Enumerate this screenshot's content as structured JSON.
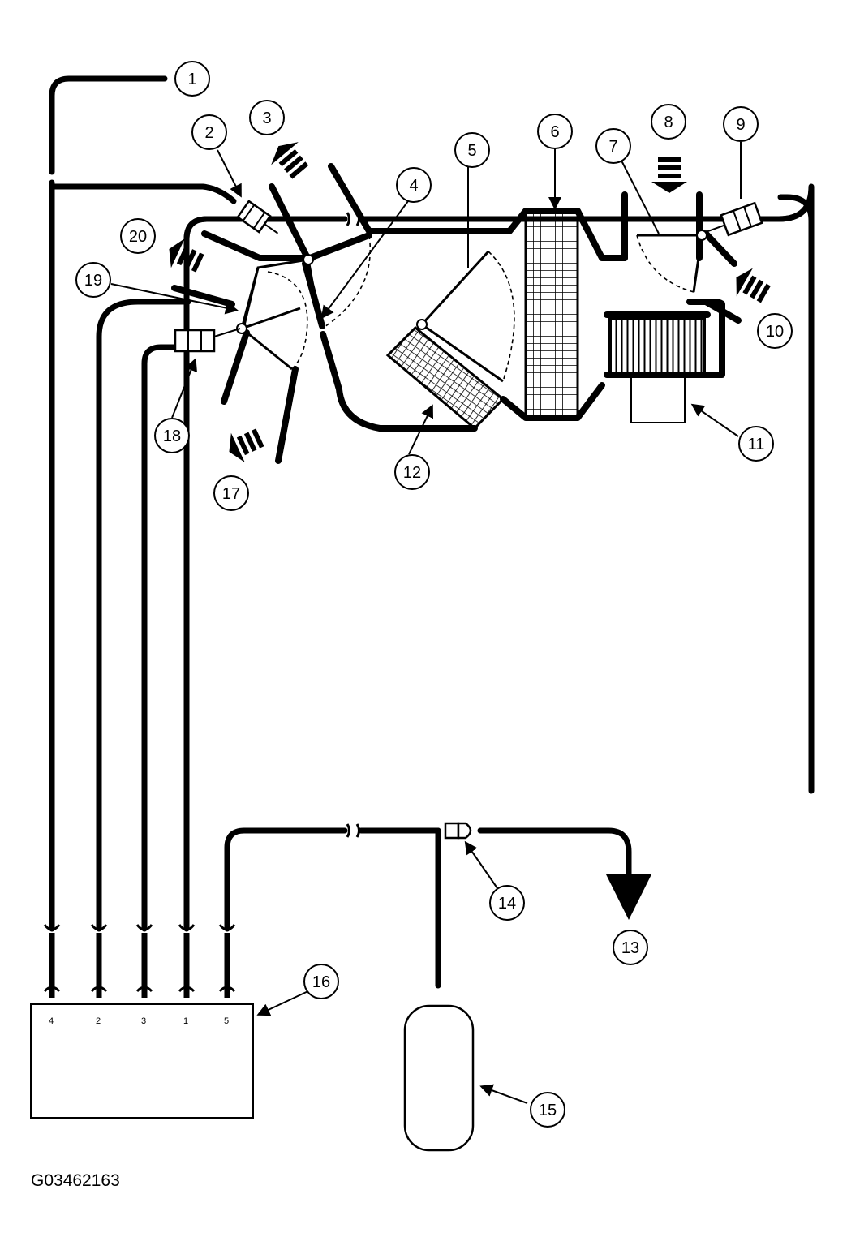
{
  "callouts": [
    "1",
    "2",
    "3",
    "4",
    "5",
    "6",
    "7",
    "8",
    "9",
    "10",
    "11",
    "12",
    "13",
    "14",
    "15",
    "16",
    "17",
    "18",
    "19",
    "20"
  ],
  "ports": [
    "4",
    "2",
    "3",
    "1",
    "5"
  ],
  "figure_id": "G03462163"
}
